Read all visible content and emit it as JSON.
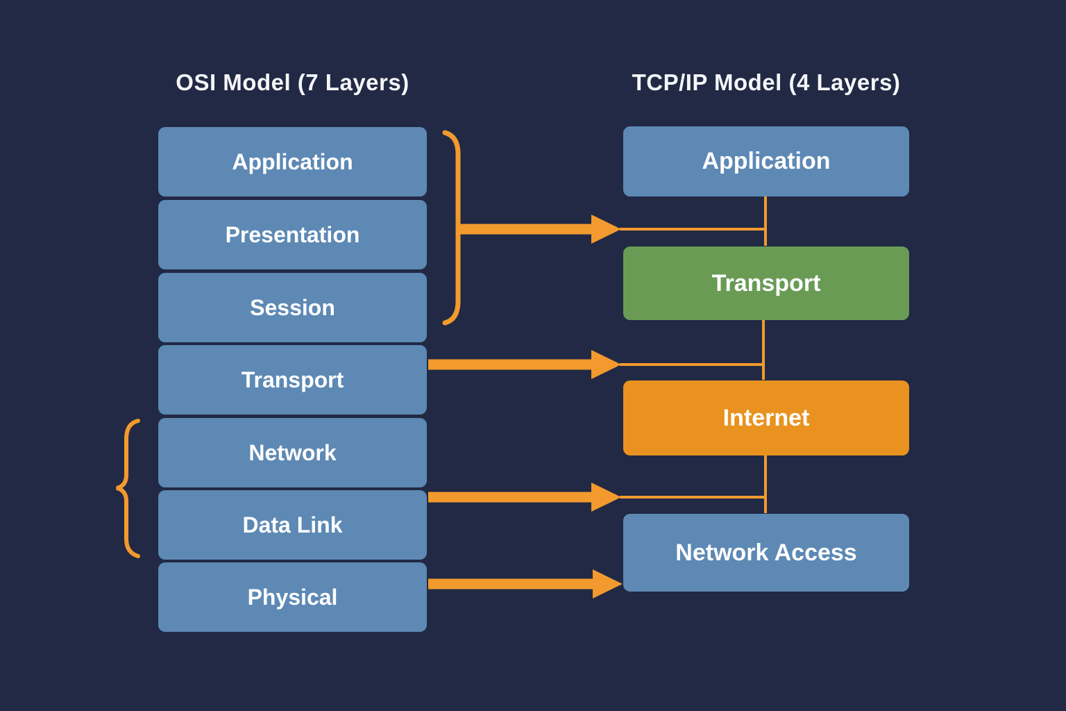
{
  "diagram": {
    "left_title": "OSI Model (7 Layers)",
    "right_title": "TCP/IP Model (4 Layers)",
    "osi_layers": [
      "Application",
      "Presentation",
      "Session",
      "Transport",
      "Network",
      "Data Link",
      "Physical"
    ],
    "tcpip_layers": [
      "Application",
      "Transport",
      "Internet",
      "Network Access"
    ],
    "mappings": [
      {
        "from": "Application + Presentation + Session",
        "to": "Application"
      },
      {
        "from": "Transport",
        "to": "Transport"
      },
      {
        "from": "Network + Data Link",
        "to": "Internet / Network Access"
      },
      {
        "from": "Physical",
        "to": "Network Access"
      }
    ],
    "colors": {
      "background": "#212944",
      "osi_box_blue": "#5d89b4",
      "tcp_application_blue": "#5d89b4",
      "tcp_transport_green": "#699b55",
      "tcp_internet_orange": "#e9921f",
      "tcp_network_access_blue": "#5d89b4",
      "connector_orange": "#f29a2e",
      "text": "#ffffff"
    }
  }
}
